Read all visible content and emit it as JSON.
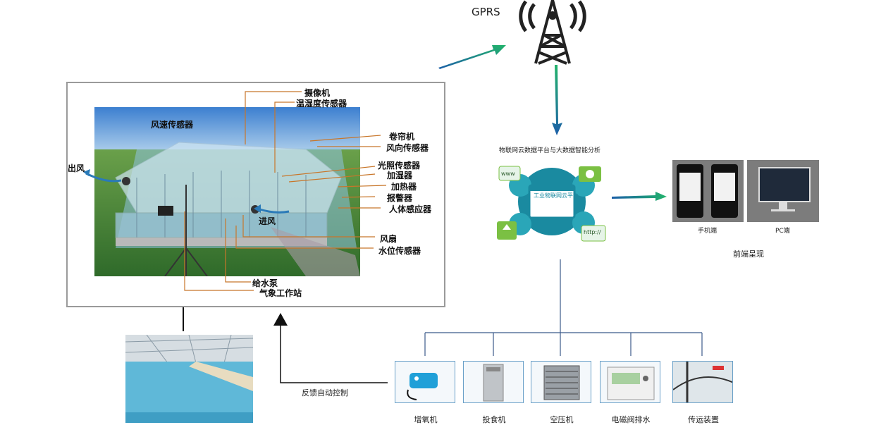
{
  "network": {
    "gprs_label": "GPRS"
  },
  "platform": {
    "title": "物联网云数据平台与大数据智能分析",
    "center_label": "工业物联网云平台",
    "www_label": "www",
    "http_label": "http://"
  },
  "frontend": {
    "mobile_label": "手机端",
    "pc_label": "PC端",
    "caption": "前端呈现"
  },
  "greenhouse": {
    "labels": {
      "camera": "摄像机",
      "temp_humidity": "温湿度传感器",
      "wind_speed": "风速传感器",
      "air_out": "出风",
      "curtain": "卷帘机",
      "wind_direction": "风向传感器",
      "light": "光照传感器",
      "humidifier": "加湿器",
      "heater": "加热器",
      "alarm": "报警器",
      "human_sensor": "人体感应器",
      "air_in": "进风",
      "fan": "风扇",
      "water_level": "水位传感器",
      "water_pump": "给水泵",
      "weather_station": "气象工作站"
    }
  },
  "feedback": {
    "label": "反馈自动控制"
  },
  "devices": [
    {
      "name": "增氧机"
    },
    {
      "name": "投食机"
    },
    {
      "name": "空压机"
    },
    {
      "name": "电磁阀排水"
    },
    {
      "name": "传运装置"
    }
  ],
  "colors": {
    "arrow_green": "#1f9a5a",
    "arrow_blue": "#1c5fa8",
    "line": "#3b5a8a",
    "cloud_teal": "#1a8aa0"
  }
}
